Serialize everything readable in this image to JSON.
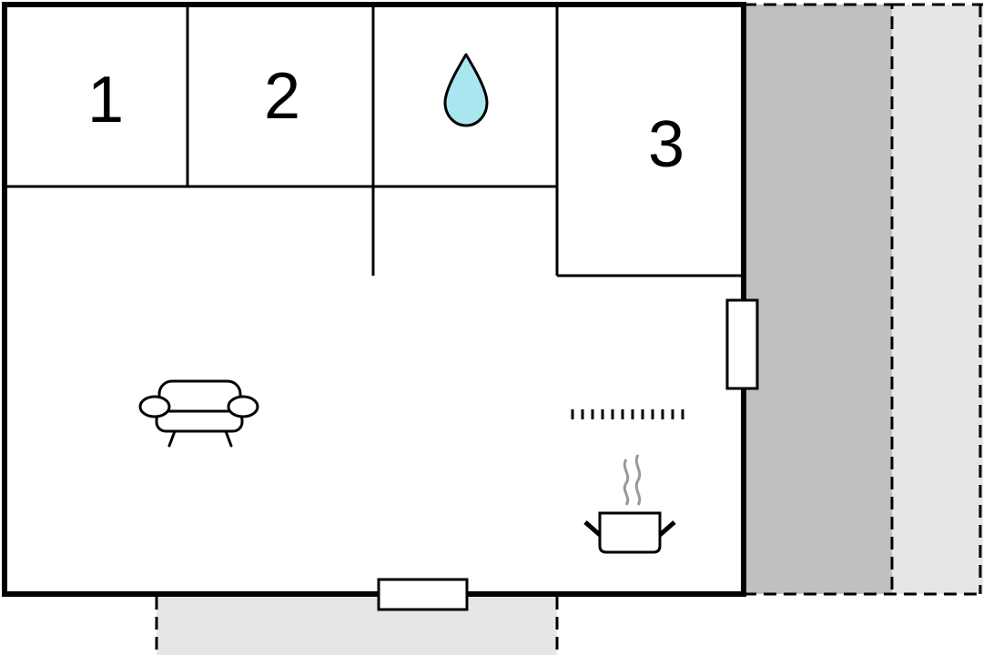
{
  "floorplan": {
    "rooms": [
      {
        "label": "1"
      },
      {
        "label": "2"
      },
      {
        "label": "3"
      }
    ],
    "icons": {
      "bathroom": "water-drop-icon",
      "living": "sofa-icon",
      "kitchen": "cooking-pot-icon",
      "radiator": "radiator-icon"
    },
    "colors": {
      "walls": "#000000",
      "terrace_dark": "#c0c0c0",
      "terrace_light": "#e6e6e6",
      "water": "#a8e6f0",
      "steam": "#999999"
    }
  }
}
